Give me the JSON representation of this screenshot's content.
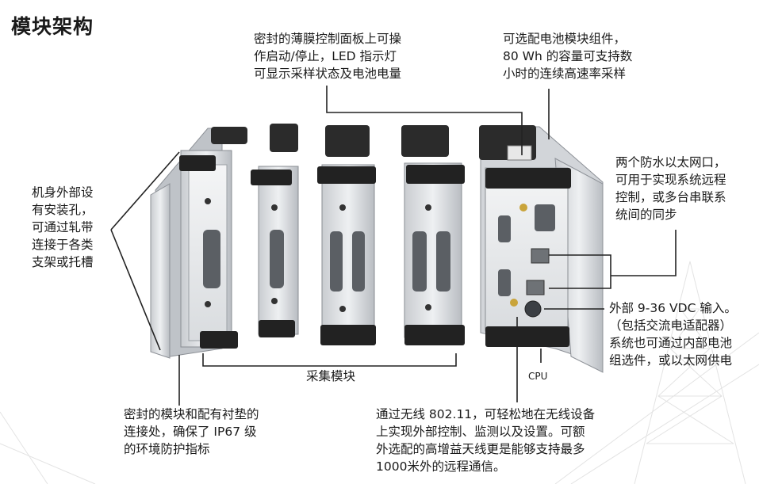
{
  "title": "模块架构",
  "callouts": {
    "membrane": [
      "密封的薄膜控制面板上可操",
      "作启动/停止，LED 指示灯",
      "可显示采样状态及电池电量"
    ],
    "battery": [
      "可选配电池模块组件，",
      "80 Wh 的容量可支持数",
      "小时的连续高速率采样"
    ],
    "mount": [
      "机身外部设",
      "有安装孔，",
      "可通过轧带",
      "连接于各类",
      "支架或托槽"
    ],
    "ethernet": [
      "两个防水以太网口，",
      "可用于实现系统远程",
      "控制，或多台串联系",
      "统间的同步"
    ],
    "power": [
      "外部 9-36 VDC 输入。",
      "（包括交流电适配器）",
      "系统也可通过内部电池",
      "组选件，或以太网供电"
    ],
    "acq": "采集模块",
    "cpu": "CPU",
    "sealed": [
      "密封的模块和配有衬垫的",
      "连接处，确保了 IP67 级",
      "的环境防护指标"
    ],
    "wireless": [
      "通过无线 802.11，可轻松地在无线设备",
      "上实现外部控制、监测以及设置。可额",
      "外选配的高增益天线更是能够支持最多",
      "1000米外的远程通信。"
    ]
  }
}
